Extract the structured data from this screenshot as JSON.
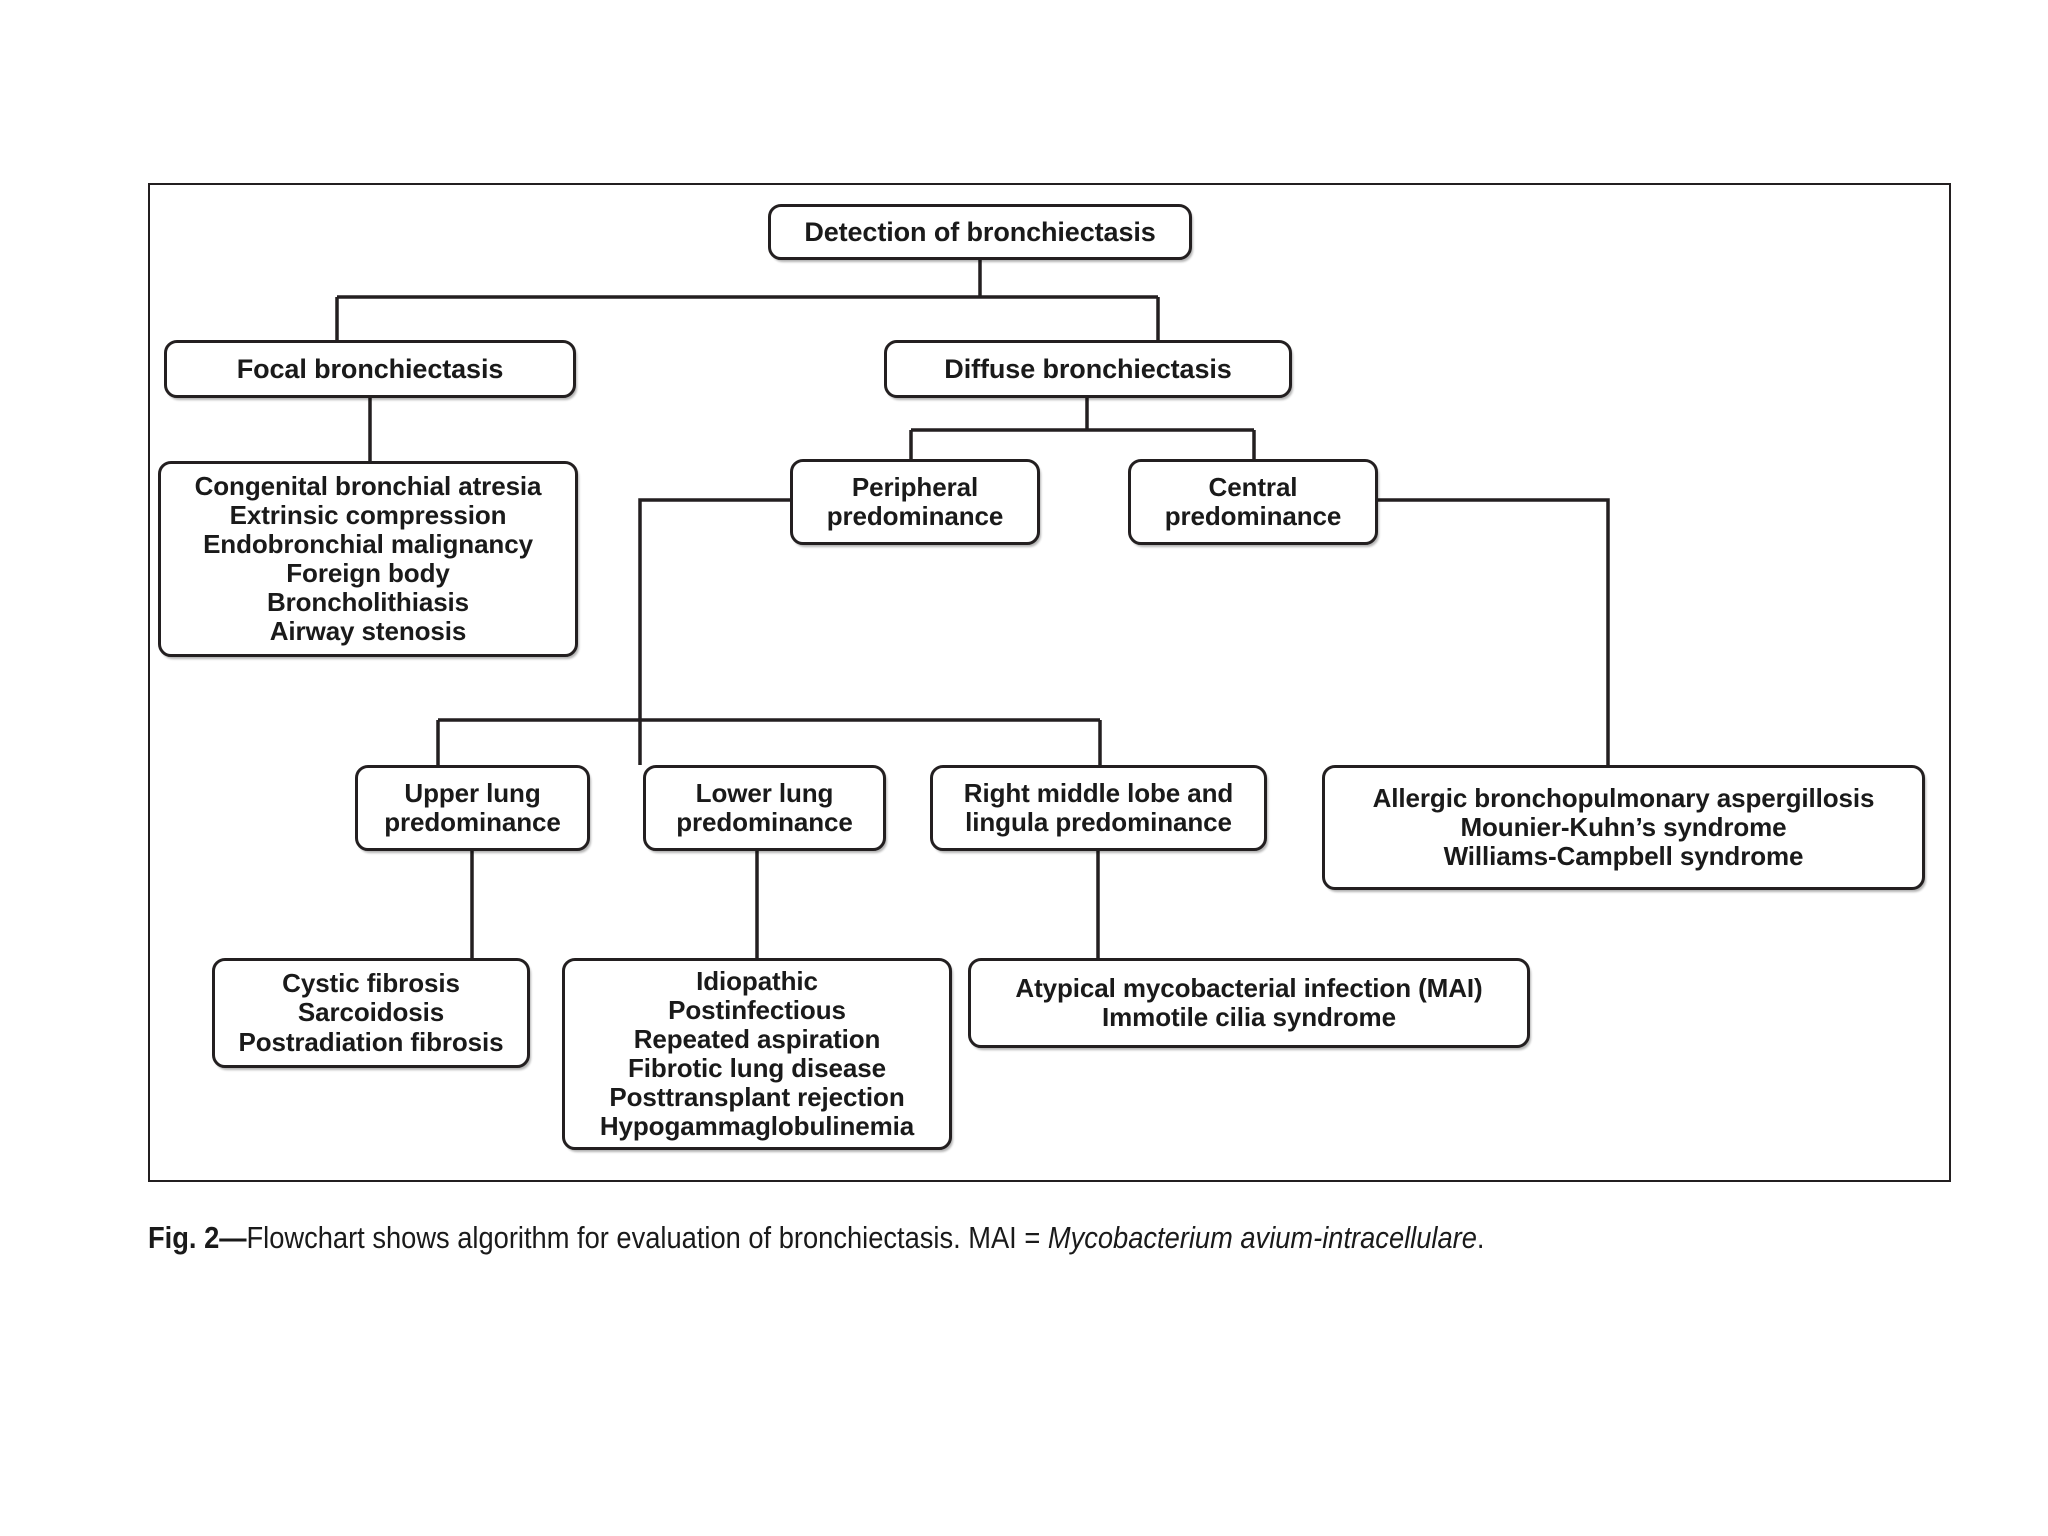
{
  "figure": {
    "caption_prefix": "Fig. 2",
    "caption_dash": "—",
    "caption_main": "Flowchart shows algorithm for evaluation of bronchiectasis. MAI = ",
    "caption_italic": "Mycobacterium avium-intracellulare",
    "caption_end": "."
  },
  "chart_data": {
    "type": "diagram",
    "title": "Algorithm for evaluation of bronchiectasis",
    "orientation": "top-down flowchart",
    "nodes": [
      {
        "id": "root",
        "label": "Detection of bronchiectasis",
        "level": 0
      },
      {
        "id": "focal",
        "label": "Focal bronchiectasis",
        "level": 1
      },
      {
        "id": "diffuse",
        "label": "Diffuse bronchiectasis",
        "level": 1
      },
      {
        "id": "focal_causes",
        "level": 2,
        "lines": [
          "Congenital bronchial atresia",
          "Extrinsic compression",
          "Endobronchial malignancy",
          "Foreign body",
          "Broncholithiasis",
          "Airway stenosis"
        ]
      },
      {
        "id": "peripheral",
        "level": 2,
        "lines": [
          "Peripheral",
          "predominance"
        ]
      },
      {
        "id": "central",
        "level": 2,
        "lines": [
          "Central",
          "predominance"
        ]
      },
      {
        "id": "upper",
        "level": 3,
        "lines": [
          "Upper lung",
          "predominance"
        ]
      },
      {
        "id": "lower",
        "level": 3,
        "lines": [
          "Lower lung",
          "predominance"
        ]
      },
      {
        "id": "rml",
        "level": 3,
        "lines": [
          "Right middle lobe and",
          "lingula predominance"
        ]
      },
      {
        "id": "central_causes",
        "level": 3,
        "lines": [
          "Allergic bronchopulmonary aspergillosis",
          "Mounier-Kuhn’s syndrome",
          "Williams-Campbell syndrome"
        ]
      },
      {
        "id": "upper_causes",
        "level": 4,
        "lines": [
          "Cystic fibrosis",
          "Sarcoidosis",
          "Postradiation fibrosis"
        ]
      },
      {
        "id": "lower_causes",
        "level": 4,
        "lines": [
          "Idiopathic",
          "Postinfectious",
          "Repeated aspiration",
          "Fibrotic lung disease",
          "Posttransplant rejection",
          "Hypogammaglobulinemia"
        ]
      },
      {
        "id": "rml_causes",
        "level": 4,
        "lines": [
          "Atypical mycobacterial infection (MAI)",
          "Immotile cilia syndrome"
        ]
      }
    ],
    "edges": [
      {
        "from": "root",
        "to": "focal"
      },
      {
        "from": "root",
        "to": "diffuse"
      },
      {
        "from": "focal",
        "to": "focal_causes"
      },
      {
        "from": "diffuse",
        "to": "peripheral"
      },
      {
        "from": "diffuse",
        "to": "central"
      },
      {
        "from": "peripheral",
        "to": "upper"
      },
      {
        "from": "peripheral",
        "to": "lower"
      },
      {
        "from": "peripheral",
        "to": "rml"
      },
      {
        "from": "central",
        "to": "central_causes"
      },
      {
        "from": "upper",
        "to": "upper_causes"
      },
      {
        "from": "lower",
        "to": "lower_causes"
      },
      {
        "from": "rml",
        "to": "rml_causes"
      }
    ],
    "colors": {
      "stroke": "#231f20",
      "fill": "#ffffff",
      "text": "#1a1a1a"
    }
  },
  "nodes": {
    "root": {
      "line1": "Detection of bronchiectasis"
    },
    "focal": {
      "line1": "Focal bronchiectasis"
    },
    "diffuse": {
      "line1": "Diffuse bronchiectasis"
    },
    "focal_causes": {
      "line1": "Congenital bronchial atresia",
      "line2": "Extrinsic compression",
      "line3": "Endobronchial malignancy",
      "line4": "Foreign body",
      "line5": "Broncholithiasis",
      "line6": "Airway stenosis"
    },
    "peripheral": {
      "line1": "Peripheral",
      "line2": "predominance"
    },
    "central": {
      "line1": "Central",
      "line2": "predominance"
    },
    "upper": {
      "line1": "Upper lung",
      "line2": "predominance"
    },
    "lower": {
      "line1": "Lower lung",
      "line2": "predominance"
    },
    "rml": {
      "line1": "Right middle lobe and",
      "line2": "lingula predominance"
    },
    "central_causes": {
      "line1": "Allergic bronchopulmonary aspergillosis",
      "line2": "Mounier-Kuhn’s syndrome",
      "line3": "Williams-Campbell syndrome"
    },
    "upper_causes": {
      "line1": "Cystic fibrosis",
      "line2": "Sarcoidosis",
      "line3": "Postradiation fibrosis"
    },
    "lower_causes": {
      "line1": "Idiopathic",
      "line2": "Postinfectious",
      "line3": "Repeated aspiration",
      "line4": "Fibrotic lung disease",
      "line5": "Posttransplant rejection",
      "line6": "Hypogammaglobulinemia"
    },
    "rml_causes": {
      "line1": "Atypical mycobacterial infection (MAI)",
      "line2": "Immotile cilia syndrome"
    }
  }
}
